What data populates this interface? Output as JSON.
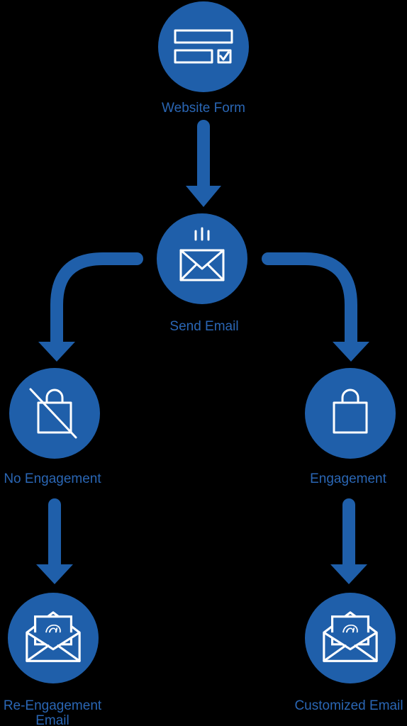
{
  "colors": {
    "background": "#000000",
    "node": "#1f5faa",
    "arrow": "#1f5faa",
    "label": "#2a66b4",
    "icon": "#ffffff"
  },
  "nodes": {
    "website_form": {
      "label": "Website Form",
      "icon": "form-checkbox-icon"
    },
    "send_email": {
      "label": "Send Email",
      "icon": "send-envelope-icon"
    },
    "no_engagement": {
      "label": "No Engagement",
      "icon": "crossed-shopping-bag-icon"
    },
    "engagement": {
      "label": "Engagement",
      "icon": "shopping-bag-icon"
    },
    "re_engagement_email": {
      "label_line1": "Re-Engagement",
      "label_line2": "Email",
      "icon": "open-envelope-at-icon"
    },
    "customized_email": {
      "label": "Customized Email",
      "icon": "open-envelope-at-icon"
    }
  }
}
